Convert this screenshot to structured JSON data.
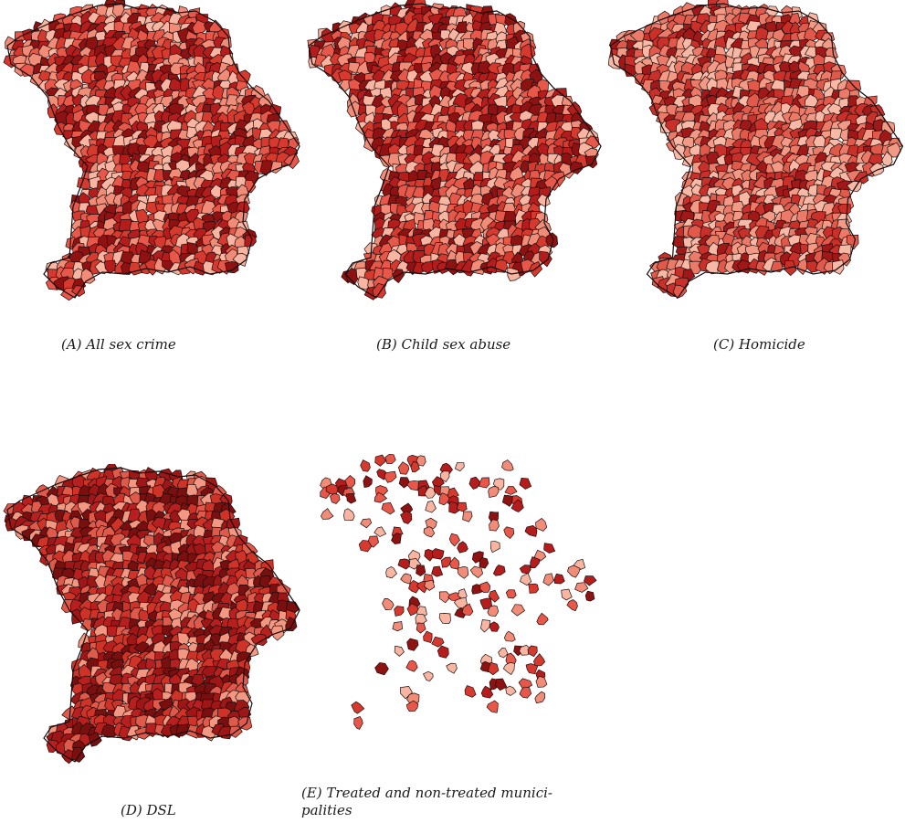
{
  "figure": {
    "panels": [
      {
        "id": "a",
        "caption": "(A) All sex crime",
        "map": "full",
        "palette": [
          "#8f1212",
          "#b51d1d",
          "#d63a2f",
          "#e8584a",
          "#f08c78",
          "#f7b5a2"
        ]
      },
      {
        "id": "b",
        "caption": "(B) Child sex abuse",
        "map": "full",
        "palette": [
          "#8f1212",
          "#b51d1d",
          "#d63a2f",
          "#e8584a",
          "#f08c78",
          "#f7b5a2"
        ]
      },
      {
        "id": "c",
        "caption": "(C) Homicide",
        "map": "full",
        "palette": [
          "#a01818",
          "#c9302a",
          "#e0594b",
          "#eb7b68",
          "#f29a85",
          "#f7b9a6"
        ]
      },
      {
        "id": "d",
        "caption": "(D) DSL",
        "map": "full",
        "palette": [
          "#7a0f0f",
          "#9e1616",
          "#b82020",
          "#cf3328",
          "#e05a4b",
          "#f29882"
        ]
      },
      {
        "id": "e",
        "caption": "(E) Treated and non-treated munici-\npalities",
        "map": "sparse",
        "palette": [
          "#8f1212",
          "#b51d1d",
          "#d63a2f",
          "#e8584a",
          "#f08c78",
          "#f7b5a2"
        ]
      }
    ],
    "map_style": {
      "border_color": "#1a0a0a",
      "background": "#ffffff"
    }
  }
}
